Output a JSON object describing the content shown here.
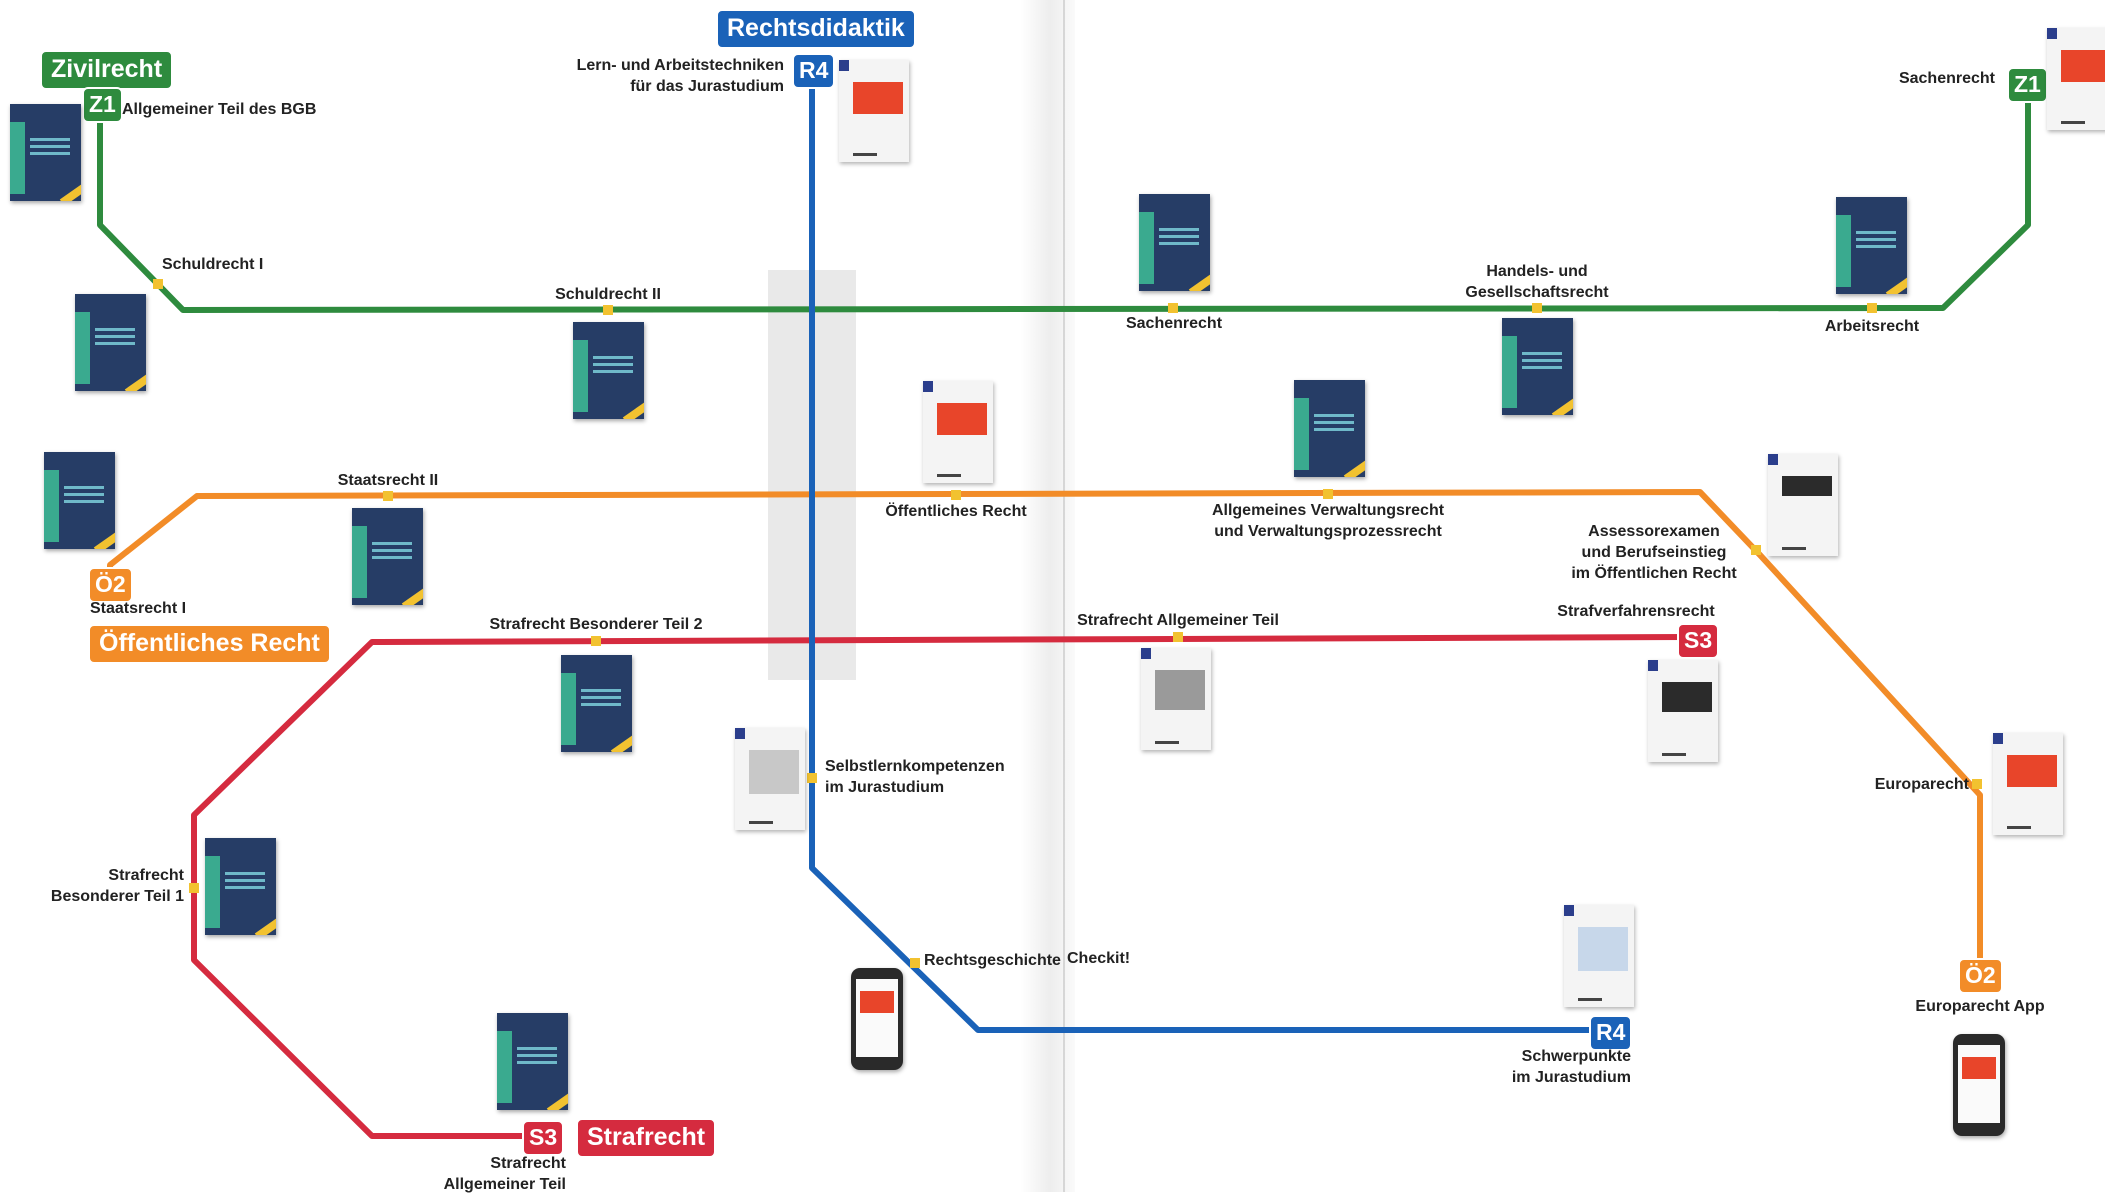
{
  "colors": {
    "zivilrecht": "#2e8b3e",
    "oeffentliches": "#f28c28",
    "strafrecht": "#d52b3f",
    "rechtsdidaktik": "#1a62b8",
    "station": "#f2c230"
  },
  "lines": {
    "zivilrecht": {
      "title": "Zivilrecht",
      "terminal_start": "Z1",
      "terminal_end": "Z1"
    },
    "oeffentliches": {
      "title": "Öffentliches Recht",
      "terminal_start": "Ö2",
      "terminal_end": "Ö2"
    },
    "strafrecht": {
      "title": "Strafrecht",
      "terminal_start": "S3",
      "terminal_end": "S3"
    },
    "rechtsdidaktik": {
      "title": "Rechtsdidaktik",
      "terminal_start": "R4",
      "terminal_end": "R4"
    }
  },
  "stations": {
    "allgemeiner_teil_bgb": "Allgemeiner Teil des BGB",
    "schuldrecht_1": "Schuldrecht I",
    "schuldrecht_2": "Schuldrecht II",
    "sachenrecht_mid": "Sachenrecht",
    "handelsrecht_1": "Handels- und",
    "handelsrecht_2": "Gesellschaftsrecht",
    "arbeitsrecht": "Arbeitsrecht",
    "sachenrecht_end": "Sachenrecht",
    "staatsrecht_1": "Staatsrecht I",
    "staatsrecht_2": "Staatsrecht II",
    "oeffentliches_recht": "Öffentliches Recht",
    "verwaltungsrecht_1": "Allgemeines Verwaltungsrecht",
    "verwaltungsrecht_2": "und Verwaltungsprozessrecht",
    "assessor_1": "Assessorexamen",
    "assessor_2": "und Berufseinstieg",
    "assessor_3": "im Öffentlichen Recht",
    "europarecht": "Europarecht",
    "europarecht_app": "Europarecht App",
    "strafrecht_bt2": "Strafrecht Besonderer Teil 2",
    "strafrecht_at": "Strafrecht Allgemeiner Teil",
    "strafverfahrensrecht": "Strafverfahrensrecht",
    "strafrecht_bt1_1": "Strafrecht",
    "strafrecht_bt1_2": "Besonderer Teil 1",
    "strafrecht_at_end_1": "Strafrecht",
    "strafrecht_at_end_2": "Allgemeiner Teil",
    "lern_1": "Lern- und Arbeitstechniken",
    "lern_2": "für das Jurastudium",
    "selbstlern_1": "Selbstlernkompetenzen",
    "selbstlern_2": "im Jurastudium",
    "rechtsgeschichte": "Rechtsgeschichte",
    "checkit": "Checkit!",
    "schwerpunkte_1": "Schwerpunkte",
    "schwerpunkte_2": "im Jurastudium"
  }
}
